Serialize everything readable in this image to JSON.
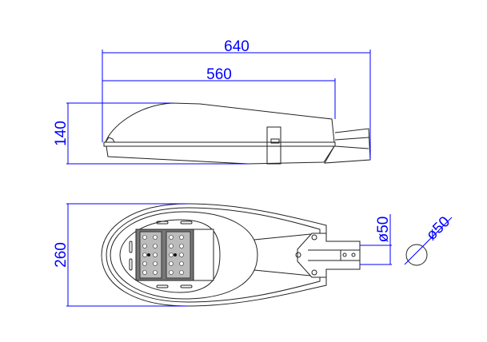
{
  "colors": {
    "dimension": "#0000ff",
    "outline": "#222222"
  },
  "dimensions": {
    "overall_length": "640",
    "body_length": "560",
    "height": "140",
    "width": "260",
    "arm_diameter": "ø50",
    "pole_diameter": "ø50"
  }
}
